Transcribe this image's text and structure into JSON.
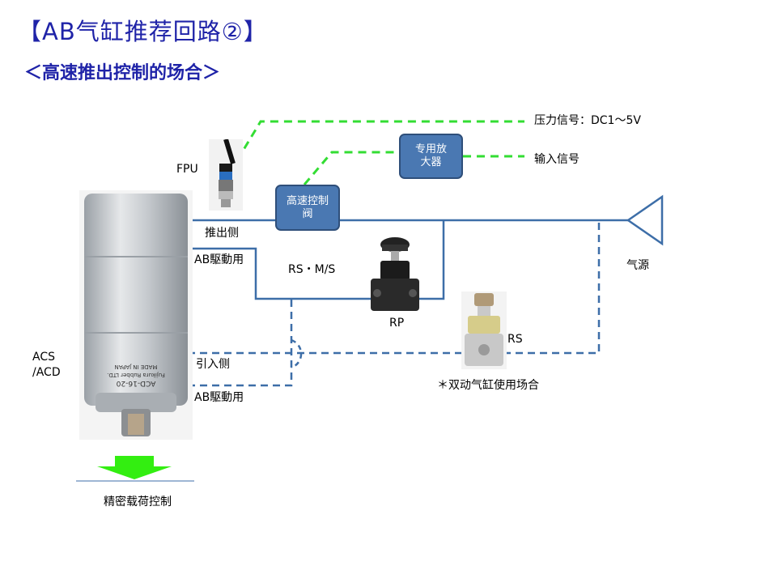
{
  "header": {
    "title": "【AB气缸推荐回路②】",
    "subtitle": "＜高速推出控制的场合＞"
  },
  "boxes": {
    "high_speed_valve": "高速控制\n阀",
    "amplifier": "专用放\n大器"
  },
  "labels": {
    "pressure_signal": "压力信号：DC1～5V",
    "input_signal": "输入信号",
    "fpu": "FPU",
    "push_side": "推出侧",
    "ab_drive_top": "AB駆動用",
    "rs_ms": "RS・M/S",
    "rp": "RP",
    "rs": "RS",
    "air_source": "气源",
    "acs_acd": "ACS\n/ACD",
    "pull_side": "引入侧",
    "ab_drive_bottom": "AB駆動用",
    "double_acting_note": "＊双动气缸使用场合",
    "precision_load": "精密载荷控制"
  },
  "cylinder": {
    "model_text": "ACD-16-20",
    "maker_text": "Fujikura Rubber LTD.",
    "origin_text": "MADE IN JAPAN"
  },
  "colors": {
    "title": "#1f23a8",
    "pipe": "#3d6ea8",
    "signal": "#33dd33",
    "box_fill": "#4a78b2",
    "arrow": "#33ee11"
  }
}
